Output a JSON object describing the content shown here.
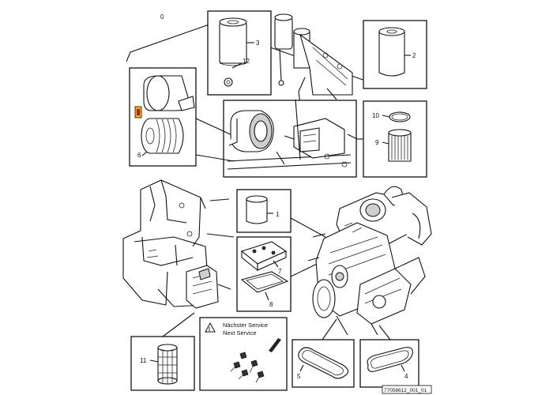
{
  "callouts": {
    "c0": "0",
    "c1": "1",
    "c2": "2",
    "c3": "3",
    "c4": "4",
    "c5": "5",
    "c6": "6",
    "c7": "7",
    "c8": "8",
    "c9": "9",
    "c10": "10",
    "c11": "11",
    "c12": "12"
  },
  "service_box": {
    "line_de": "Nächster Service",
    "line_en": "Next Service"
  },
  "footer": {
    "reference": "77058612_001_01"
  },
  "colors": {
    "highlight_marker": "#e8b800",
    "highlight_marker_inner": "#d01010",
    "line": "#111111"
  }
}
